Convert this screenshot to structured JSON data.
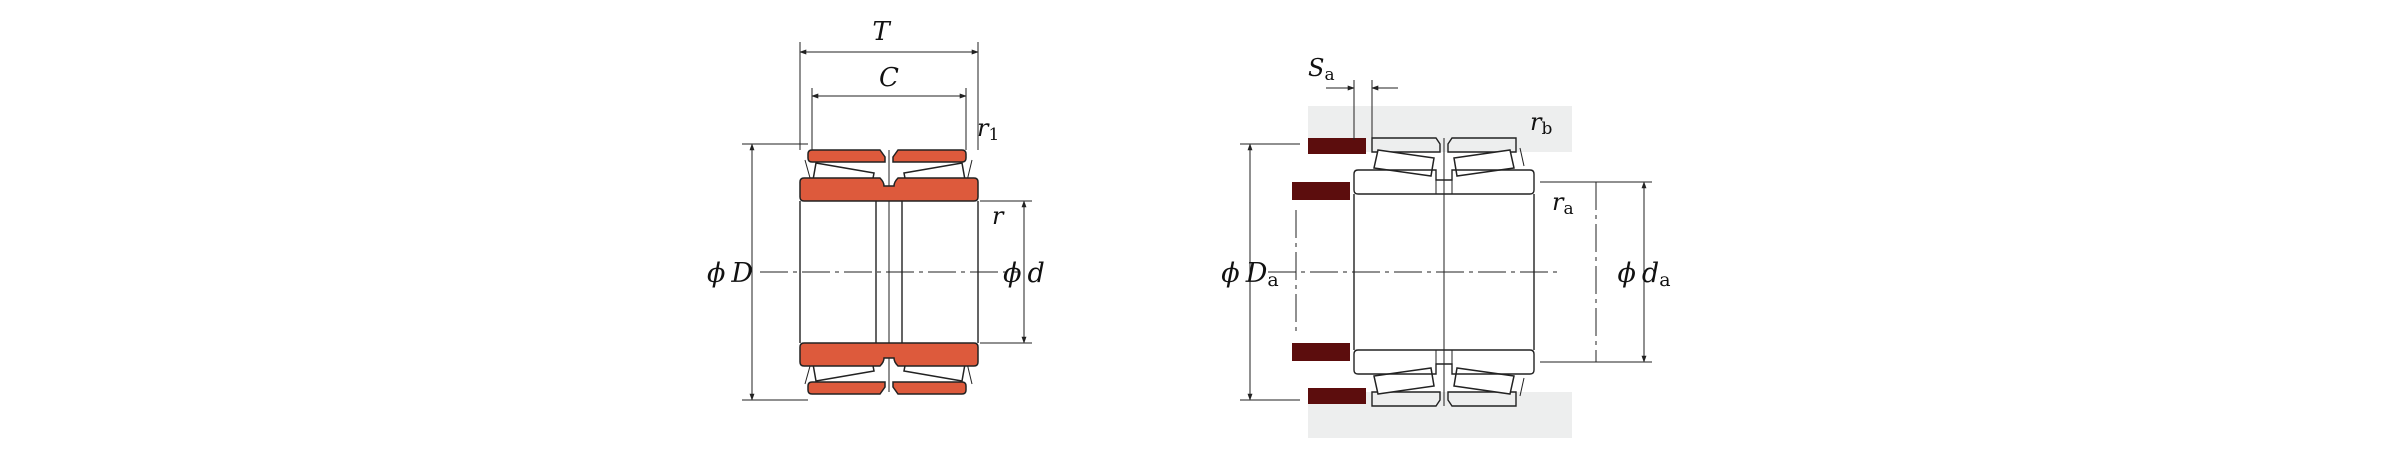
{
  "colors": {
    "ring_fill": "#dd5a3c",
    "housing_fill": "#edeeee",
    "shoulder_fill": "#5c0d0d",
    "line": "#222222"
  },
  "left_diagram": {
    "T": {
      "main": "T"
    },
    "C": {
      "main": "C"
    },
    "r1": {
      "main": "r",
      "sub": "1"
    },
    "r": {
      "main": "r"
    },
    "D": {
      "phi": "ϕ",
      "main": "D"
    },
    "d": {
      "phi": "ϕ",
      "main": "d"
    }
  },
  "right_diagram": {
    "Sa": {
      "main": "S",
      "sub": "a"
    },
    "rb": {
      "main": "r",
      "sub": "b"
    },
    "ra": {
      "main": "r",
      "sub": "a"
    },
    "Da": {
      "phi": "ϕ",
      "main": "D",
      "sub": "a"
    },
    "da": {
      "phi": "ϕ",
      "main": "d",
      "sub": "a"
    }
  }
}
